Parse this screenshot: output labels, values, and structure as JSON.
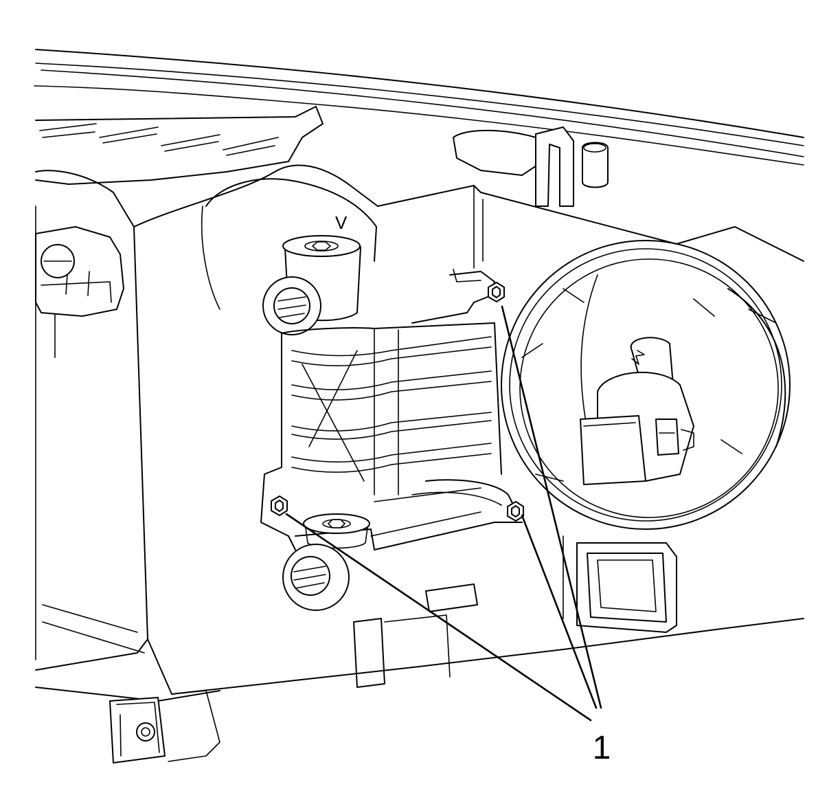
{
  "figure": {
    "callout_number": "1",
    "aim_mark": "V",
    "callout_targets": [
      "upper-right-bolt",
      "lower-left-bolt",
      "lower-right-bolt"
    ]
  }
}
